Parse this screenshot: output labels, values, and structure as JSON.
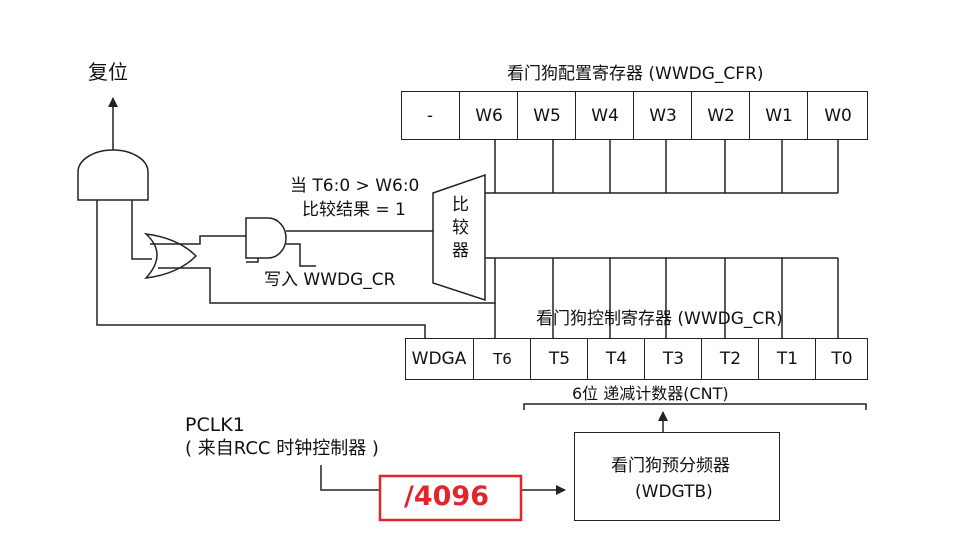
{
  "reset_label": "复位",
  "cfr": {
    "title": "看门狗配置寄存器 (WWDG_CFR)",
    "bits": [
      "-",
      "W6",
      "W5",
      "W4",
      "W3",
      "W2",
      "W1",
      "W0"
    ]
  },
  "condition": {
    "line1": "当 T6:0 > W6:0",
    "line2": "比较结果 = 1"
  },
  "comparator": {
    "c1": "比",
    "c2": "较",
    "c3": "器"
  },
  "write_label": "写入 WWDG_CR",
  "cr": {
    "title": "看门狗控制寄存器 (WWDG_CR)",
    "bits": [
      "WDGA",
      "T6",
      "T5",
      "T4",
      "T3",
      "T2",
      "T1",
      "T0"
    ]
  },
  "counter_label": "6位 递减计数器(CNT)",
  "pclk": {
    "name": "PCLK1",
    "source": "( 来自RCC 时钟控制器 )"
  },
  "divider": "/4096",
  "prescaler": {
    "line1": "看门狗预分频器",
    "line2": "(WDGTB)"
  },
  "colors": {
    "line": "#222222",
    "highlight": "#e0262b"
  }
}
